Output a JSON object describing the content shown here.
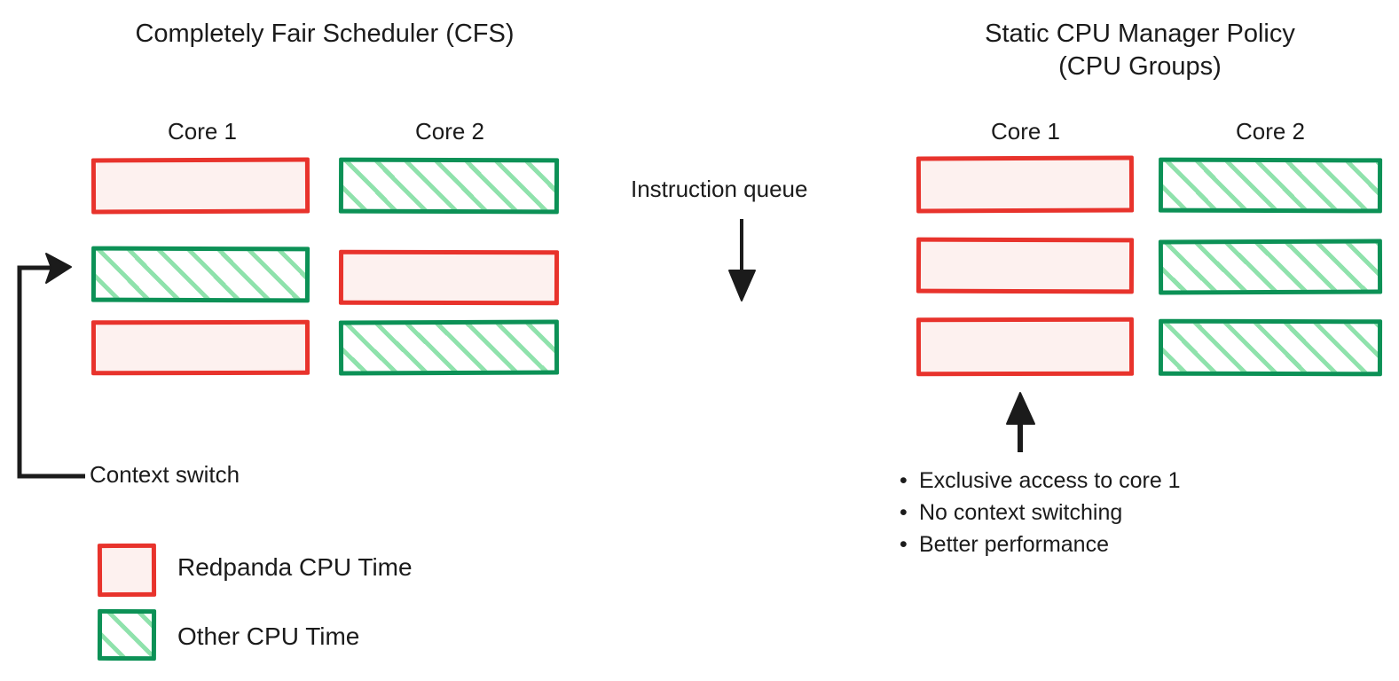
{
  "diagram": {
    "background_color": "#ffffff",
    "text_color": "#1b1b1b",
    "redpanda_color": "#e8332c",
    "redpanda_fill": "#fdf1ef",
    "other_color": "#0c9156",
    "other_hatch_color": "#8fe2ac"
  },
  "left_panel": {
    "title": "Completely Fair Scheduler (CFS)",
    "columns": [
      {
        "label": "Core 1",
        "slots": [
          "Redpanda CPU Time",
          "Other CPU Time",
          "Redpanda CPU Time"
        ]
      },
      {
        "label": "Core 2",
        "slots": [
          "Other CPU Time",
          "Redpanda CPU Time",
          "Other CPU Time"
        ]
      }
    ],
    "annotation": "Context switch"
  },
  "center": {
    "label": "Instruction queue",
    "arrow_direction": "down"
  },
  "right_panel": {
    "title_line1": "Static CPU Manager Policy",
    "title_line2": "(CPU Groups)",
    "columns": [
      {
        "label": "Core 1",
        "slots": [
          "Redpanda CPU Time",
          "Redpanda CPU Time",
          "Redpanda CPU Time"
        ]
      },
      {
        "label": "Core 2",
        "slots": [
          "Other CPU Time",
          "Other CPU Time",
          "Other CPU Time"
        ]
      }
    ],
    "arrow_direction": "up",
    "bullets": [
      "Exclusive access to core 1",
      "No context switching",
      "Better performance"
    ],
    "bullet_glyph": "•"
  },
  "legend": {
    "items": [
      {
        "label": "Redpanda CPU Time",
        "swatch": "redpanda"
      },
      {
        "label": "Other CPU Time",
        "swatch": "other"
      }
    ]
  }
}
